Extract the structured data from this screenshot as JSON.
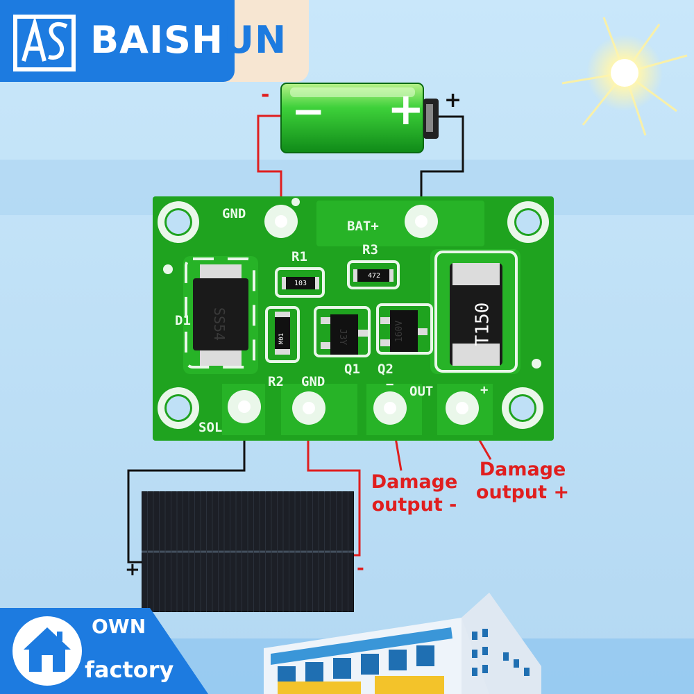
{
  "brand": {
    "name_main": "BAISH",
    "name_tail": "UN",
    "logo": "AS-monogram-logo"
  },
  "battery": {
    "icon": "battery-icon",
    "minus_label": "-",
    "plus_label": "+",
    "body_minus": "−",
    "body_plus": "+"
  },
  "pcb": {
    "pads_top": {
      "gnd": "GND",
      "bat": "BAT+"
    },
    "resistors": {
      "r1": "R1",
      "r1_code": "103",
      "r3": "R3",
      "r3_code": "472",
      "r2": "R2",
      "r2_code": "M01"
    },
    "diode": {
      "label": "D1",
      "code": "SS54"
    },
    "transistors": {
      "q1": "Q1",
      "q1_code": "J3Y",
      "q2": "Q2",
      "q2_code": "160V"
    },
    "inductor": {
      "code": "T150"
    },
    "pads_bottom": {
      "sol": "SOL",
      "gnd": "GND",
      "out_minus": "−",
      "out": "OUT",
      "out_plus": "+"
    }
  },
  "callouts": {
    "minus": [
      "Damage",
      "output -"
    ],
    "plus": [
      "Damage",
      "output +"
    ]
  },
  "solar_panel": {
    "icon": "solar-panel-icon",
    "plus_label": "+",
    "minus_label": "-"
  },
  "badge": {
    "line1": "OWN",
    "line2": "factory",
    "icon": "house-icon"
  },
  "colors": {
    "brand_blue": "#1d7be0",
    "pcb_green": "#1fa31f",
    "wire_red": "#e01e1e",
    "wire_black": "#111111",
    "sky": "#bfe0f6"
  }
}
